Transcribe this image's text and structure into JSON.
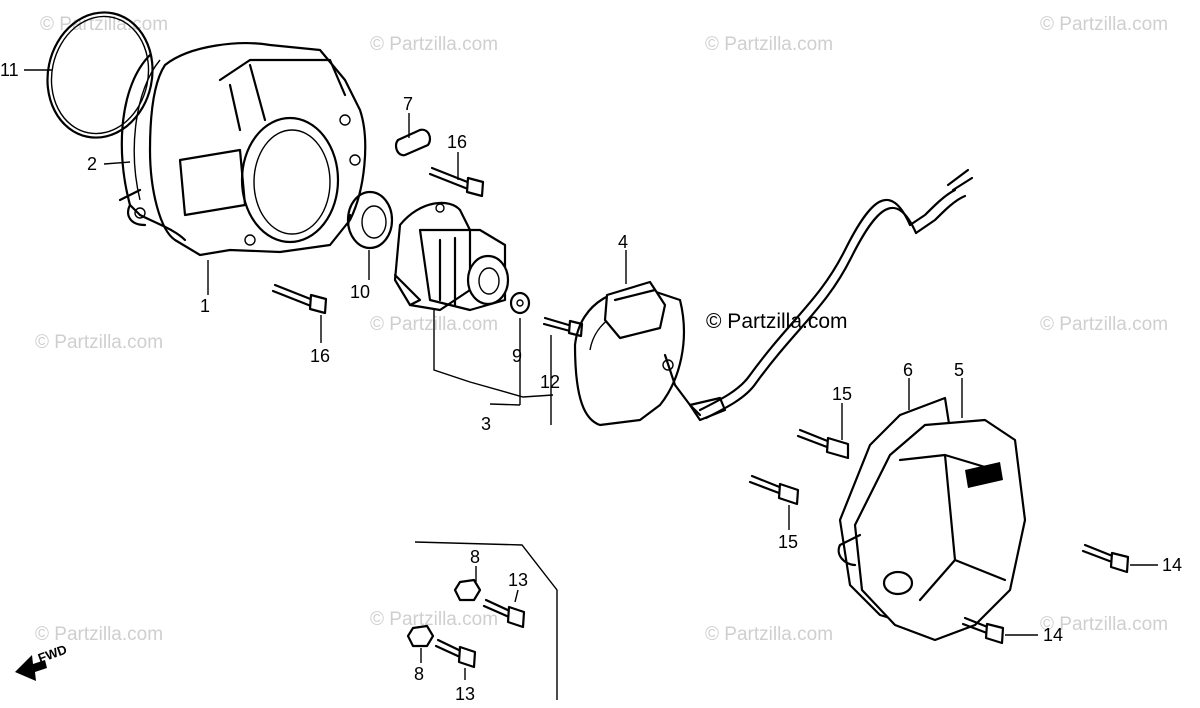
{
  "watermark": "© Partzilla.com",
  "brand_label": "© Partzilla.com",
  "direction_label": "FWD",
  "callouts": {
    "c1": "1",
    "c2": "2",
    "c3": "3",
    "c4": "4",
    "c5": "5",
    "c6": "6",
    "c7": "7",
    "c8a": "8",
    "c8b": "8",
    "c9": "9",
    "c10": "10",
    "c11": "11",
    "c12": "12",
    "c13a": "13",
    "c13b": "13",
    "c14a": "14",
    "c14b": "14",
    "c15a": "15",
    "c15b": "15",
    "c16a": "16",
    "c16b": "16"
  }
}
